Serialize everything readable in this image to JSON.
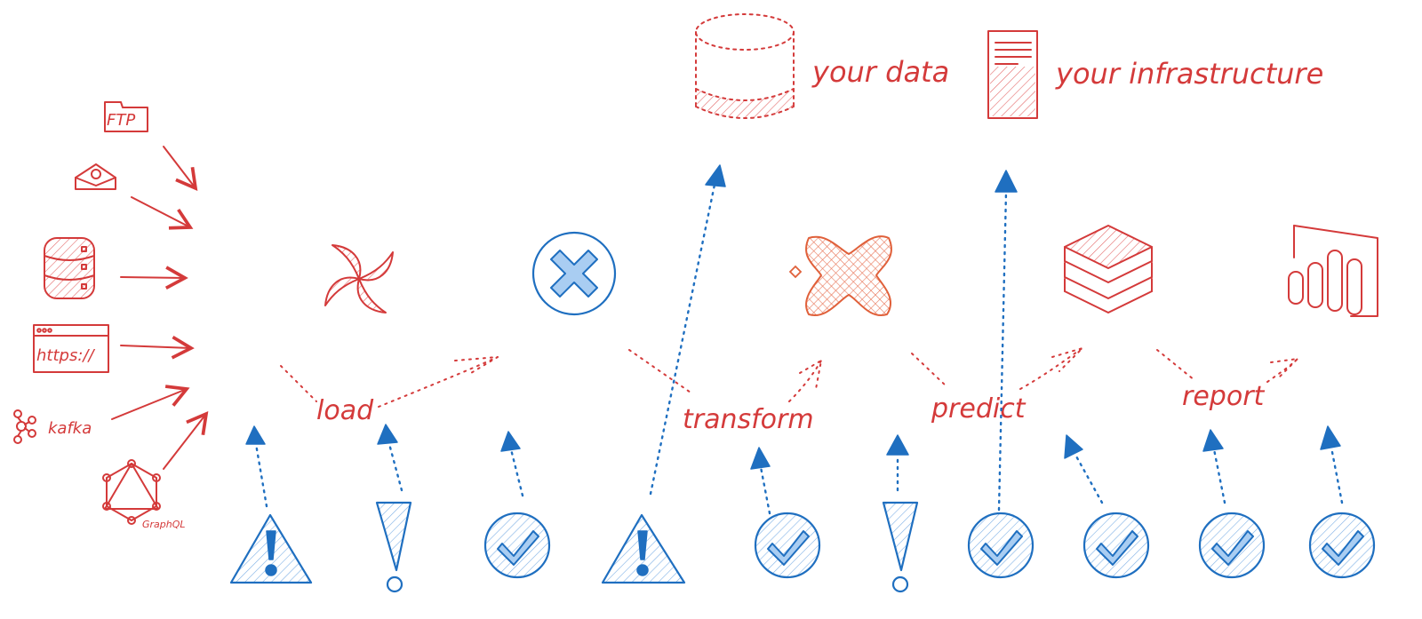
{
  "targets": {
    "data_label": "your data",
    "infra_label": "your infrastructure"
  },
  "sources": {
    "ftp_label": "FTP",
    "http_label": "https://",
    "kafka_label": "kafka",
    "graphql_label": "GraphQL"
  },
  "stages": {
    "load": "load",
    "transform": "transform",
    "predict": "predict",
    "report": "report"
  },
  "colors": {
    "sources_and_tools": "#d43a3a",
    "status": "#1f6fc0"
  }
}
